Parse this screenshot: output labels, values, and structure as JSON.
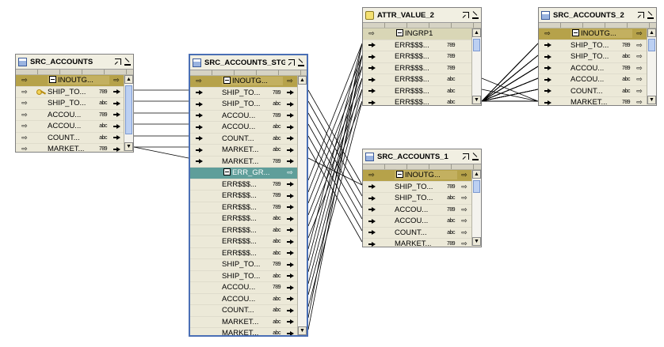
{
  "colors": {
    "group_gold": "#b6a24a",
    "group_teal": "#5f9e9a",
    "selected_border": "#4a6fb5",
    "node_bg": "#ece9d8"
  },
  "nodes": {
    "src_accounts": {
      "title": "SRC_ACCOUNTS",
      "group": "INOUTG...",
      "rows": [
        {
          "name": "SHIP_TO...",
          "type": "789"
        },
        {
          "name": "SHIP_TO...",
          "type": "abc"
        },
        {
          "name": "ACCOU...",
          "type": "789"
        },
        {
          "name": "ACCOU...",
          "type": "abc"
        },
        {
          "name": "COUNT...",
          "type": "abc"
        },
        {
          "name": "MARKET...",
          "type": "789"
        }
      ]
    },
    "src_accounts_stg": {
      "title": "SRC_ACCOUNTS_STG",
      "group": "INOUTG...",
      "rows": [
        {
          "name": "SHIP_TO...",
          "type": "789"
        },
        {
          "name": "SHIP_TO...",
          "type": "abc"
        },
        {
          "name": "ACCOU...",
          "type": "789"
        },
        {
          "name": "ACCOU...",
          "type": "abc"
        },
        {
          "name": "COUNT...",
          "type": "abc"
        },
        {
          "name": "MARKET...",
          "type": "abc"
        },
        {
          "name": "MARKET...",
          "type": "789"
        }
      ],
      "group2": "ERR_GR...",
      "rows2": [
        {
          "name": "ERR$$$...",
          "type": "789"
        },
        {
          "name": "ERR$$$...",
          "type": "789"
        },
        {
          "name": "ERR$$$...",
          "type": "789"
        },
        {
          "name": "ERR$$$...",
          "type": "abc"
        },
        {
          "name": "ERR$$$...",
          "type": "abc"
        },
        {
          "name": "ERR$$$...",
          "type": "abc"
        },
        {
          "name": "ERR$$$...",
          "type": "abc"
        },
        {
          "name": "SHIP_TO...",
          "type": "789"
        },
        {
          "name": "SHIP_TO...",
          "type": "abc"
        },
        {
          "name": "ACCOU...",
          "type": "789"
        },
        {
          "name": "ACCOU...",
          "type": "abc"
        },
        {
          "name": "COUNT...",
          "type": "abc"
        },
        {
          "name": "MARKET...",
          "type": "abc"
        },
        {
          "name": "MARKET...",
          "type": "abc"
        }
      ]
    },
    "attr_value_2": {
      "title": "ATTR_VALUE_2",
      "group": "INGRP1",
      "rows": [
        {
          "name": "ERR$$$...",
          "type": "789"
        },
        {
          "name": "ERR$$$...",
          "type": "789"
        },
        {
          "name": "ERR$$$...",
          "type": "789"
        },
        {
          "name": "ERR$$$...",
          "type": "abc"
        },
        {
          "name": "ERR$$$...",
          "type": "abc"
        },
        {
          "name": "ERR$$$...",
          "type": "abc"
        }
      ]
    },
    "src_accounts_2": {
      "title": "SRC_ACCOUNTS_2",
      "group": "INOUTG...",
      "rows": [
        {
          "name": "SHIP_TO...",
          "type": "789"
        },
        {
          "name": "SHIP_TO...",
          "type": "abc"
        },
        {
          "name": "ACCOU...",
          "type": "789"
        },
        {
          "name": "ACCOU...",
          "type": "abc"
        },
        {
          "name": "COUNT...",
          "type": "abc"
        },
        {
          "name": "MARKET...",
          "type": "789"
        }
      ]
    },
    "src_accounts_1": {
      "title": "SRC_ACCOUNTS_1",
      "group": "INOUTG...",
      "rows": [
        {
          "name": "SHIP_TO...",
          "type": "789"
        },
        {
          "name": "SHIP_TO...",
          "type": "abc"
        },
        {
          "name": "ACCOU...",
          "type": "789"
        },
        {
          "name": "ACCOU...",
          "type": "abc"
        },
        {
          "name": "COUNT...",
          "type": "abc"
        },
        {
          "name": "MARKET...",
          "type": "789"
        }
      ]
    }
  }
}
